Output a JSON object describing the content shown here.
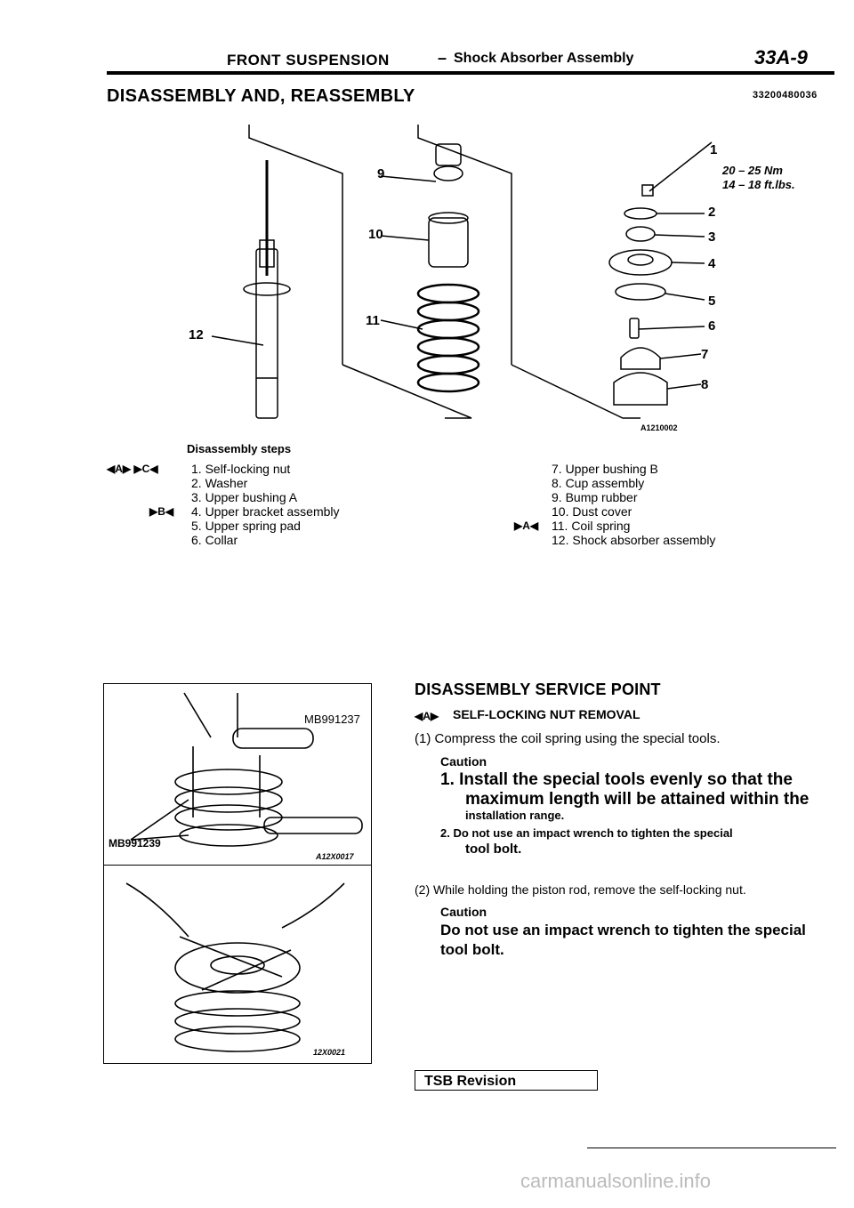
{
  "header": {
    "title": "FRONT SUSPENSION",
    "dash": "–",
    "subtitle": "Shock Absorber Assembly",
    "page": "33A-9"
  },
  "section": {
    "title": "DISASSEMBLY AND, REASSEMBLY",
    "code": "33200480036"
  },
  "diagram": {
    "figure_code": "A1210002",
    "torque_value": "20 – 25 Nm",
    "torque_imperial": "14 – 18 ft.lbs.",
    "part_numbers": [
      "1",
      "2",
      "3",
      "4",
      "5",
      "6",
      "7",
      "8",
      "9",
      "10",
      "11",
      "12"
    ]
  },
  "steps": {
    "title": "Disassembly steps",
    "left": [
      {
        "mark": "◀A▶ ▶C◀",
        "text": "1. Self-locking nut"
      },
      {
        "mark": "",
        "text": "2. Washer"
      },
      {
        "mark": "",
        "text": "3. Upper bushing A"
      },
      {
        "mark": "▶B◀",
        "text": "4. Upper bracket assembly"
      },
      {
        "mark": "",
        "text": "5. Upper spring pad"
      },
      {
        "mark": "",
        "text": "6. Collar"
      }
    ],
    "right": [
      {
        "mark": "",
        "text": "7. Upper bushing B"
      },
      {
        "mark": "",
        "text": "8. Cup assembly"
      },
      {
        "mark": "",
        "text": "9. Bump rubber"
      },
      {
        "mark": "",
        "text": "10. Dust cover"
      },
      {
        "mark": "▶A◀",
        "text": "11. Coil spring"
      },
      {
        "mark": "",
        "text": "12. Shock absorber assembly"
      }
    ]
  },
  "figures": {
    "top_tool": "MB991237",
    "bottom_tool": "MB991239",
    "top_code": "A12X0017",
    "bottom_code": "12X0021"
  },
  "service": {
    "title": "DISASSEMBLY SERVICE POINT",
    "sub_mark": "◀A▶",
    "sub": "SELF-LOCKING NUT REMOVAL",
    "p1": "(1) Compress the coil spring using the special tools.",
    "caution1": "Caution",
    "c1_line1": "1. Install the special tools evenly so that the",
    "c1_line2": "maximum length will be attained within the",
    "c1_line3": "installation range.",
    "c2_line1": "2. Do not use an impact wrench to tighten the special",
    "c2_line2": "tool bolt.",
    "p2": "(2) While holding the piston rod, remove the self-locking nut.",
    "caution2": "Caution",
    "c3_line1": "Do not use an impact wrench to tighten the special",
    "c3_line2": "tool bolt."
  },
  "footer": {
    "tsb": "TSB Revision",
    "watermark": "carmanualsonline.info"
  }
}
